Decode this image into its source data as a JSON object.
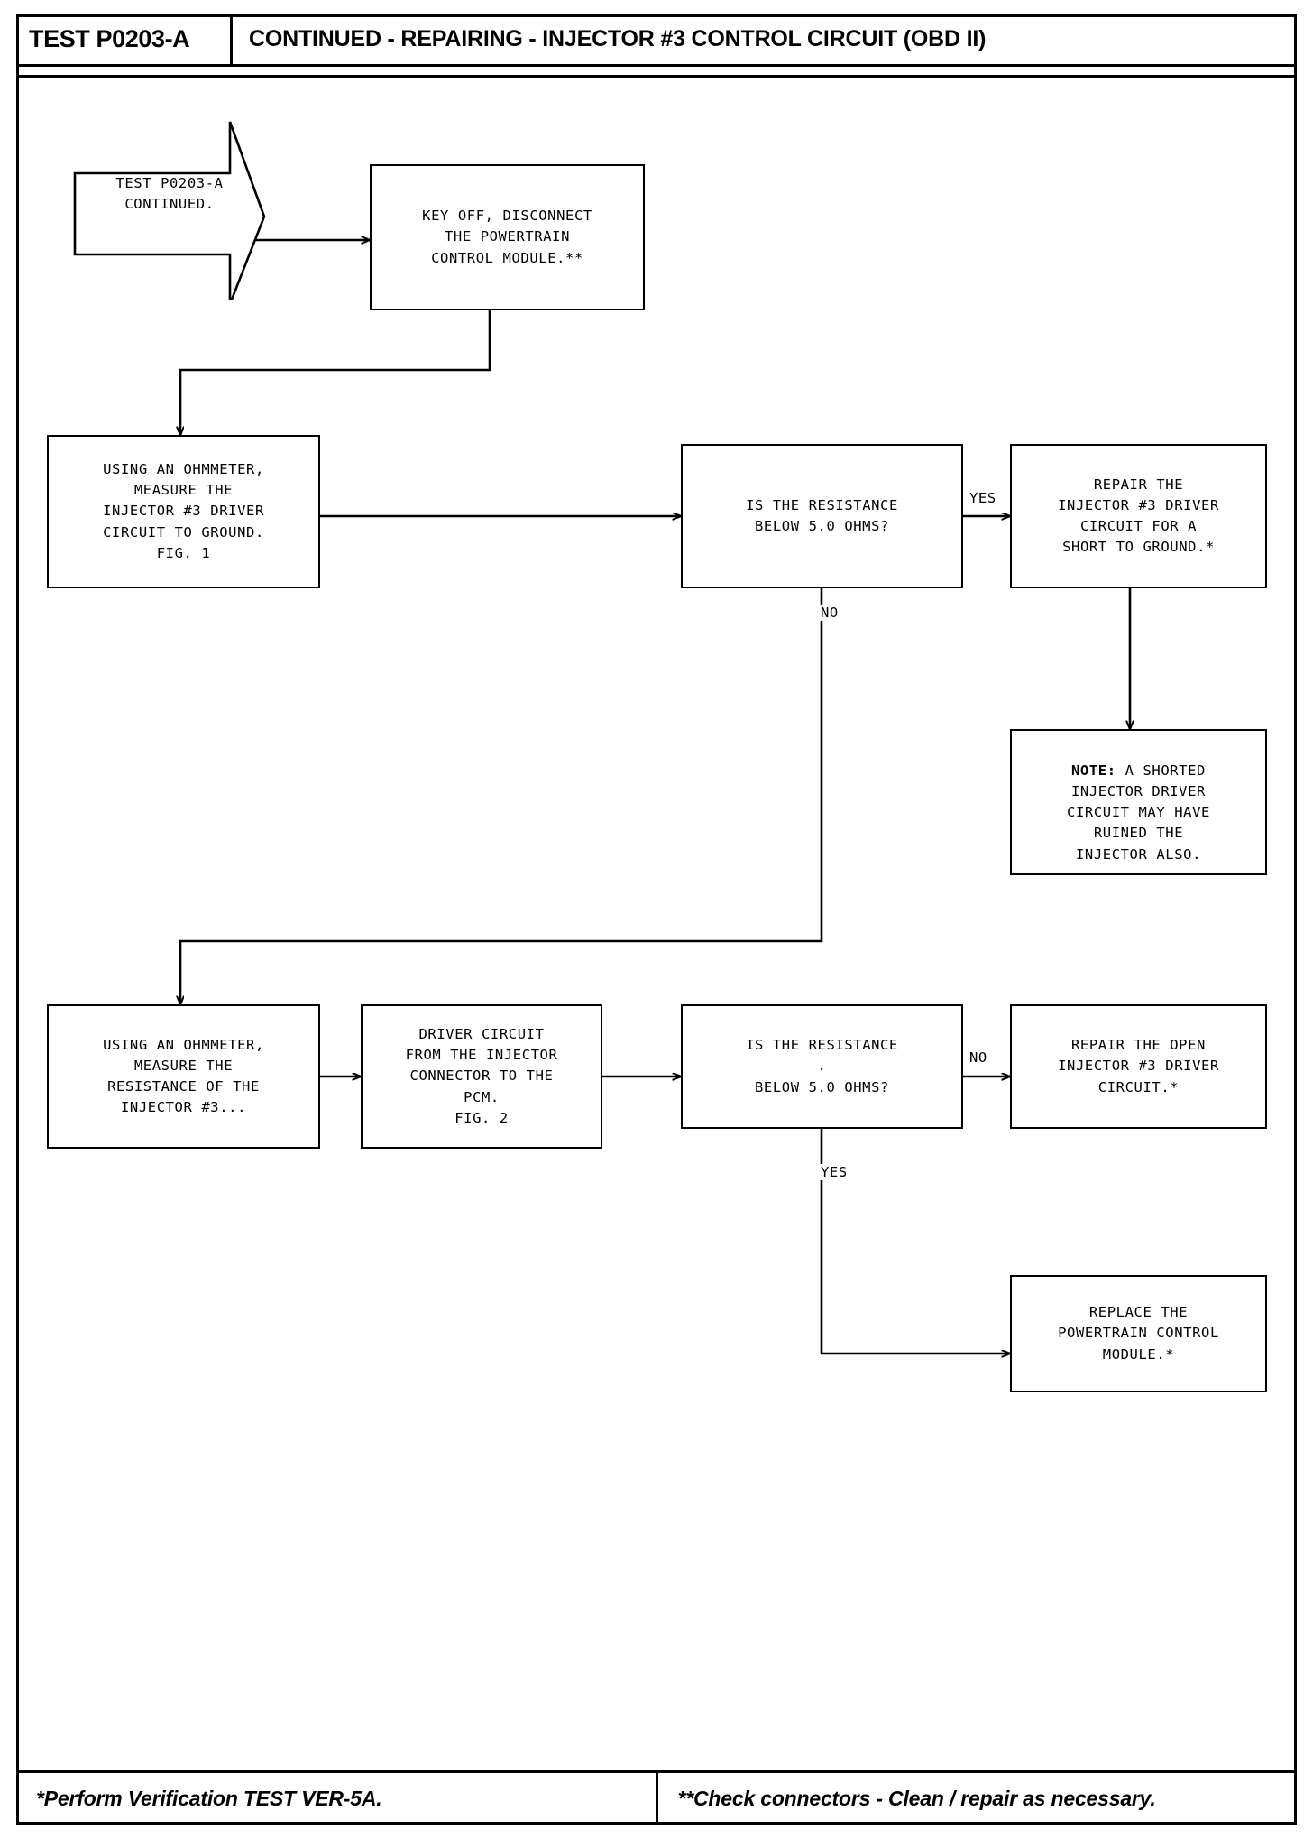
{
  "header": {
    "test_code": "TEST P0203-A",
    "title": "CONTINUED - REPAIRING - INJECTOR #3 CONTROL CIRCUIT (OBD II)"
  },
  "nodes": {
    "start": "TEST P0203-A\nCONTINUED.",
    "key_off": "KEY OFF, DISCONNECT\nTHE POWERTRAIN\nCONTROL MODULE.**",
    "measure_ground": "USING AN OHMMETER,\nMEASURE THE\nINJECTOR #3 DRIVER\nCIRCUIT TO GROUND.\nFIG. 1",
    "decision_1": "IS THE RESISTANCE\nBELOW 5.0 OHMS?",
    "repair_short": "REPAIR THE\nINJECTOR #3 DRIVER\nCIRCUIT FOR A\nSHORT TO GROUND.*",
    "note_label": "NOTE:",
    "note_text": " A SHORTED\nINJECTOR DRIVER\nCIRCUIT MAY HAVE\nRUINED THE\nINJECTOR ALSO.",
    "measure_injector": "USING AN OHMMETER,\nMEASURE THE\nRESISTANCE OF THE\nINJECTOR #3...",
    "driver_circuit": "DRIVER CIRCUIT\nFROM THE INJECTOR\nCONNECTOR TO THE\nPCM.\nFIG. 2",
    "decision_2": "IS THE RESISTANCE\n.\nBELOW 5.0 OHMS?",
    "repair_open": "REPAIR THE OPEN\nINJECTOR #3 DRIVER\nCIRCUIT.*",
    "replace_pcm": "REPLACE THE\nPOWERTRAIN CONTROL\nMODULE.*"
  },
  "branch_labels": {
    "yes_1": "YES",
    "no_1": "NO",
    "no_2": "NO",
    "yes_2": "YES"
  },
  "footer": {
    "left": "*Perform Verification TEST VER-5A.",
    "right": "**Check connectors - Clean / repair as necessary."
  },
  "colors": {
    "ink": "#000000",
    "paper": "#ffffff"
  },
  "diagram_data": {
    "type": "flowchart",
    "flow": [
      {
        "from": "start",
        "to": "key_off"
      },
      {
        "from": "key_off",
        "to": "measure_ground"
      },
      {
        "from": "measure_ground",
        "to": "decision_1"
      },
      {
        "from": "decision_1",
        "to": "repair_short",
        "label": "YES"
      },
      {
        "from": "repair_short",
        "to": "note"
      },
      {
        "from": "decision_1",
        "to": "measure_injector",
        "label": "NO"
      },
      {
        "from": "measure_injector",
        "to": "driver_circuit"
      },
      {
        "from": "driver_circuit",
        "to": "decision_2"
      },
      {
        "from": "decision_2",
        "to": "repair_open",
        "label": "NO"
      },
      {
        "from": "decision_2",
        "to": "replace_pcm",
        "label": "YES"
      }
    ]
  }
}
